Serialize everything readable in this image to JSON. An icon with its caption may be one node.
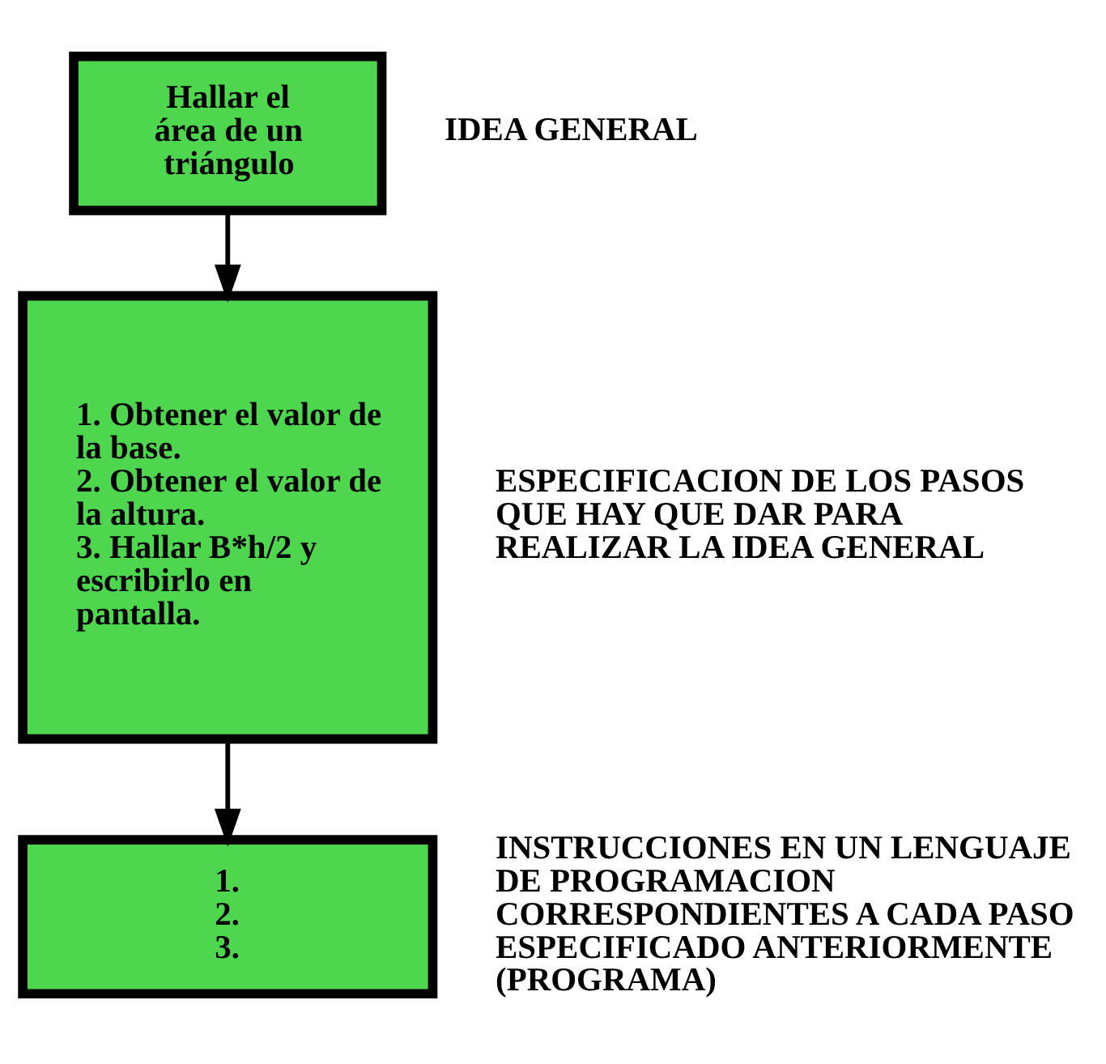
{
  "diagram": {
    "nodes": [
      {
        "text": [
          "Hallar el área de un triángulo"
        ],
        "beside": [
          "IDEA GENERAL"
        ]
      },
      {
        "text": [
          "1. Obtener el valor de la base.",
          "2. Obtener el valor de la altura.",
          "3. Hallar B*h/2 y escribirlo en pantalla."
        ],
        "beside": [
          "ESPECIFICACION DE LOS PASOS QUE HAY QUE DAR PARA REALIZAR LA IDEA GENERAL"
        ]
      },
      {
        "text": [
          "1.",
          "2.",
          "3."
        ],
        "beside": [
          "INSTRUCCIONES EN UN LENGUAJE DE PROGRAMACION CORRESPONDIENTES A CADA PASO ESPECIFICADO ANTERIORMENTE (PROGRAMA)"
        ]
      }
    ],
    "edges": [
      {
        "from": 0,
        "to": 1,
        "arrow": "to"
      },
      {
        "from": 1,
        "to": 2,
        "arrow": "to"
      }
    ]
  }
}
